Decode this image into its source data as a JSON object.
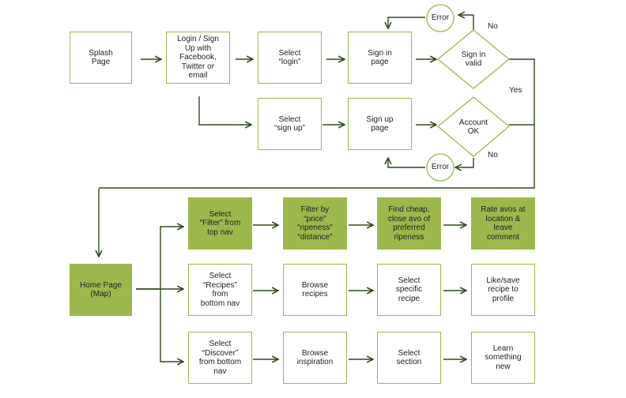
{
  "colors": {
    "accent": "#9cb84d",
    "arrow": "#2f4a1e",
    "text": "#222222"
  },
  "nodes": {
    "splash": "Splash\nPage",
    "login_signup": "Login / Sign\nUp with\nFacebook,\nTwitter or\nemail",
    "select_login": "Select\n“login”",
    "sign_in_page": "Sign in\npage",
    "sign_in_valid": "Sign in\nvalid",
    "error_top": "Error",
    "select_signup": "Select\n“sign up”",
    "sign_up_page": "Sign up\npage",
    "account_ok": "Account\nOK",
    "error_bottom": "Error",
    "home": "Home Page\n(Map)",
    "select_filter": "Select\n“Filter” from\ntop nav",
    "filter_by": "Filter by\n“price”\n“ripeness”\n“distance”",
    "find_cheap": "Find cheap,\nclose avo of\npreferred\nripeness",
    "rate_avos": "Rate avos at\nlocation &\nleave\ncomment",
    "select_recipes": "Select\n“Recipes”\nfrom\nbottom nav",
    "browse_recipes": "Browse\nrecipes",
    "select_specific": "Select\nspecific\nrecipe",
    "like_save": "Like/save\nrecipe to\nprofile",
    "select_discover": "Select\n“Discover”\nfrom bottom\nnav",
    "browse_inspiration": "Browse\ninspiration",
    "select_section": "Select\nsection",
    "learn_new": "Learn\nsomething\nnew"
  },
  "edge_labels": {
    "no_top": "No",
    "yes": "Yes",
    "no_bottom": "No"
  }
}
